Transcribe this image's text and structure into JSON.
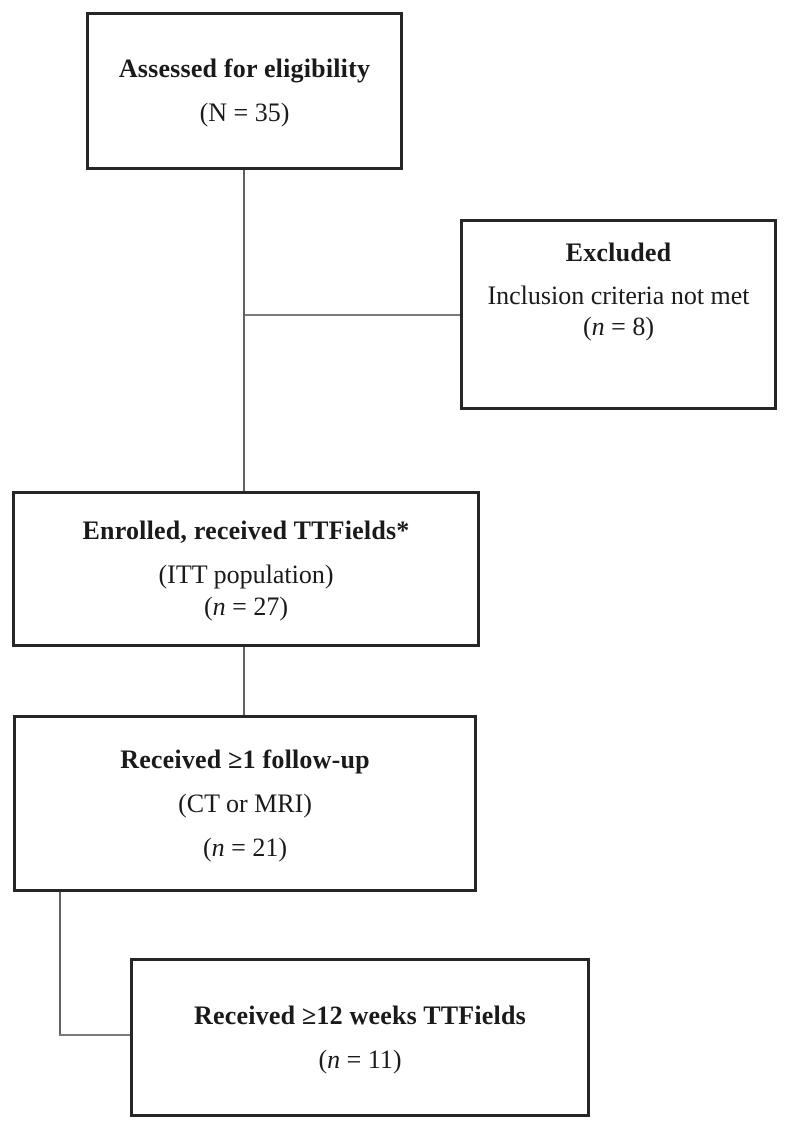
{
  "diagram": {
    "type": "flowchart",
    "background_color": "#ffffff",
    "box_border_color": "#262626",
    "connector_color": "#616161",
    "boxes": {
      "assessed": {
        "title": "Assessed for eligibility",
        "count": "(N = 35)"
      },
      "excluded": {
        "title": "Excluded",
        "reason": "Inclusion criteria not met",
        "count_open": "(",
        "count_symbol": "n",
        "count_rest": " = 8)"
      },
      "enrolled": {
        "title": "Enrolled, received TTFields*",
        "subtitle": "(ITT population)",
        "count_open": "(",
        "count_symbol": "n",
        "count_rest": " = 27)"
      },
      "followup": {
        "title": "Received ≥1 follow-up",
        "subtitle": "(CT or MRI)",
        "count_open": "(",
        "count_symbol": "n",
        "count_rest": " = 21)"
      },
      "twelve_weeks": {
        "title": "Received ≥12 weeks TTFields",
        "count_open": "(",
        "count_symbol": "n",
        "count_rest": " = 11)"
      }
    }
  }
}
